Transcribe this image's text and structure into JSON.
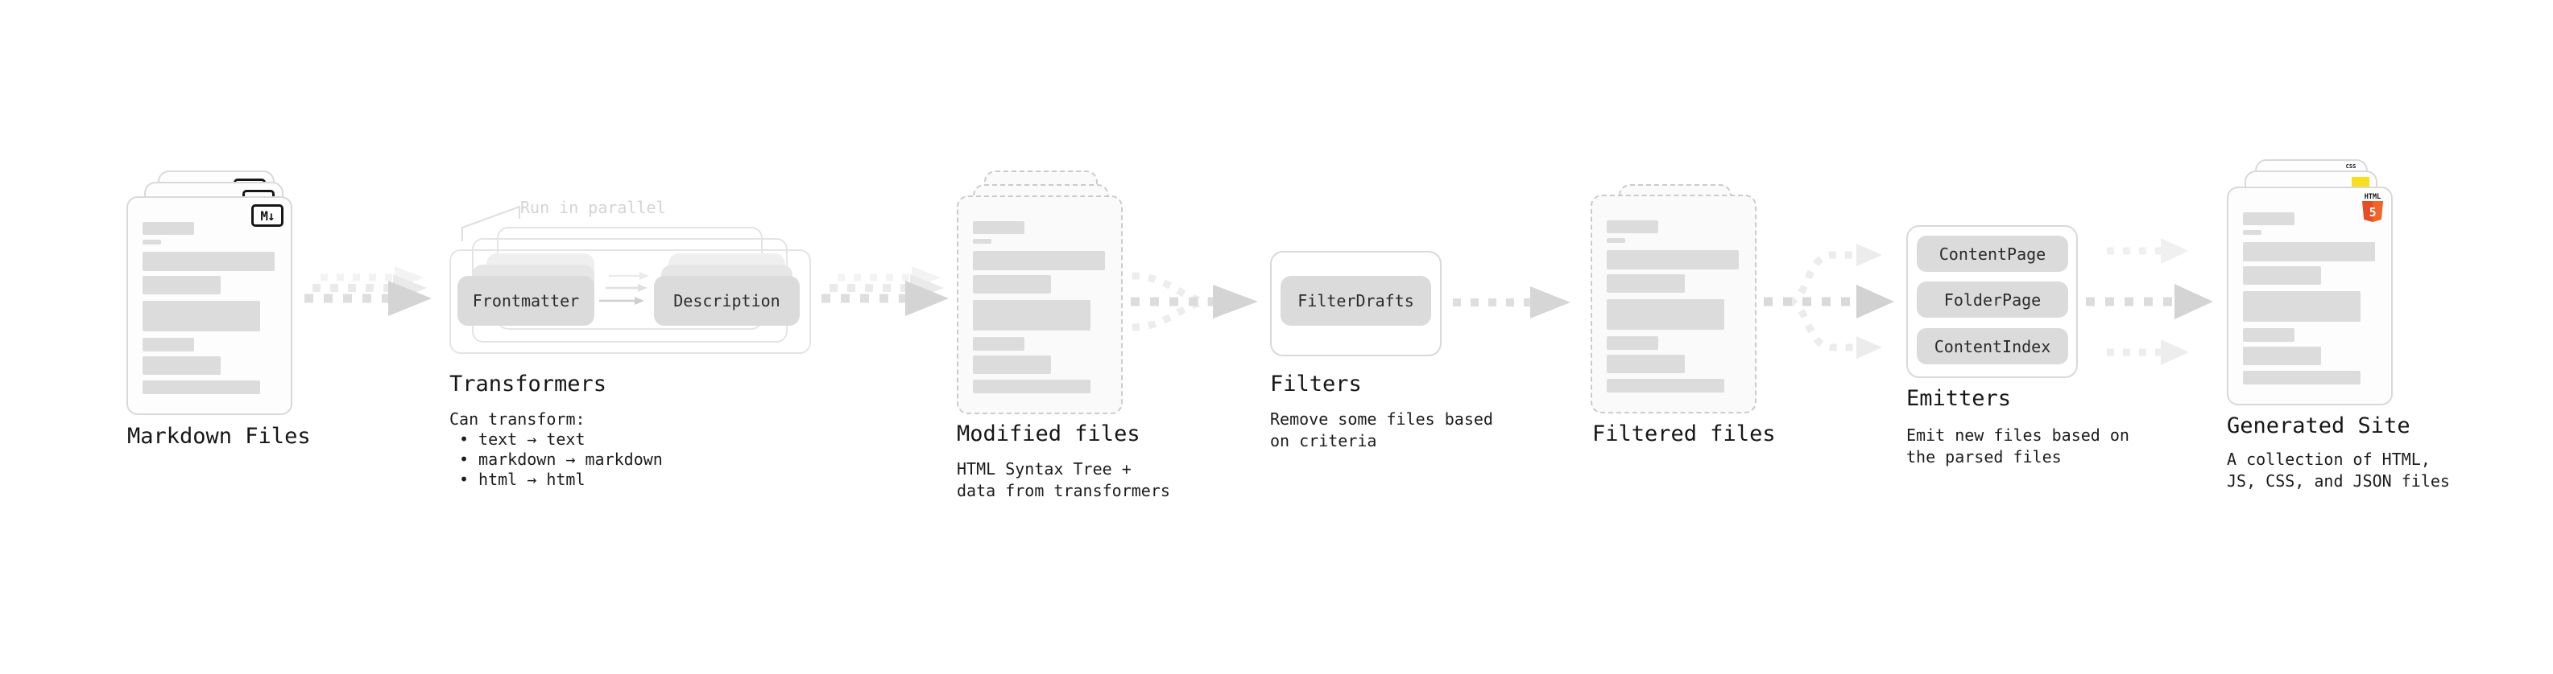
{
  "diagram": {
    "stages": {
      "markdown": {
        "title": "Markdown Files",
        "badge": "M↓"
      },
      "transformers": {
        "title": "Transformers",
        "annotation": "Run in parallel",
        "button_frontmatter": "Frontmatter",
        "button_description": "Description",
        "caption": "Can transform:",
        "rules": [
          "text → text",
          "markdown → markdown",
          "html → html"
        ]
      },
      "modified": {
        "title": "Modified files",
        "subtitle_lines": [
          "HTML Syntax Tree +",
          "data from transformers"
        ]
      },
      "filters": {
        "title": "Filters",
        "button": "FilterDrafts",
        "subtitle_lines": [
          "Remove some files based",
          "on criteria"
        ]
      },
      "filtered": {
        "title": "Filtered files"
      },
      "emitters": {
        "title": "Emitters",
        "buttons": [
          "ContentPage",
          "FolderPage",
          "ContentIndex"
        ],
        "subtitle_lines": [
          "Emit new files based on",
          "the parsed files"
        ]
      },
      "generated": {
        "title": "Generated Site",
        "subtitle_lines": [
          "A collection of HTML,",
          "JS, CSS, and JSON files"
        ],
        "badges": {
          "css": "CSS",
          "html_word": "HTML",
          "html_number": "5"
        }
      }
    },
    "colors": {
      "html5_orange": "#e44d26",
      "html5_orange_light": "#f16529",
      "js_yellow": "#f7df1e",
      "css_blue": "#1572b6",
      "card_border": "#d9d9d9",
      "placeholder_gray": "#dcdcdc"
    }
  }
}
